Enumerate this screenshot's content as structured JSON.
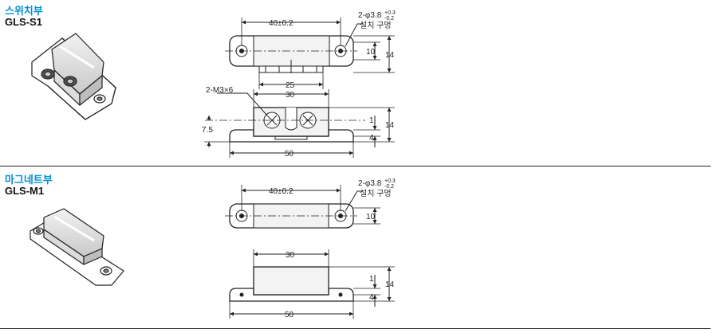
{
  "sections": [
    {
      "title_ko": "스위치부",
      "model": "GLS-S1",
      "top_view": {
        "width_dim": "40±0.2",
        "hole_spec": "2-φ3.8",
        "hole_tol_upper": "+0.3",
        "hole_tol_lower": "-0.2",
        "hole_label": "설치 구멍",
        "dim_10": "10",
        "dim_14": "14",
        "dim_25": "25"
      },
      "side_view": {
        "screw_spec": "2-M3×6",
        "dim_30": "30",
        "dim_7_5": "7.5",
        "dim_1": "1",
        "dim_14": "14",
        "dim_4": "4",
        "dim_50": "50"
      }
    },
    {
      "title_ko": "마그네트부",
      "model": "GLS-M1",
      "top_view": {
        "width_dim": "40±0.2",
        "hole_spec": "2-φ3.8",
        "hole_tol_upper": "+0.3",
        "hole_tol_lower": "-0.2",
        "hole_label": "설치 구멍",
        "dim_10": "10"
      },
      "side_view": {
        "dim_30": "30",
        "dim_1": "1",
        "dim_14": "14",
        "dim_4": "4",
        "dim_50": "50"
      }
    }
  ]
}
